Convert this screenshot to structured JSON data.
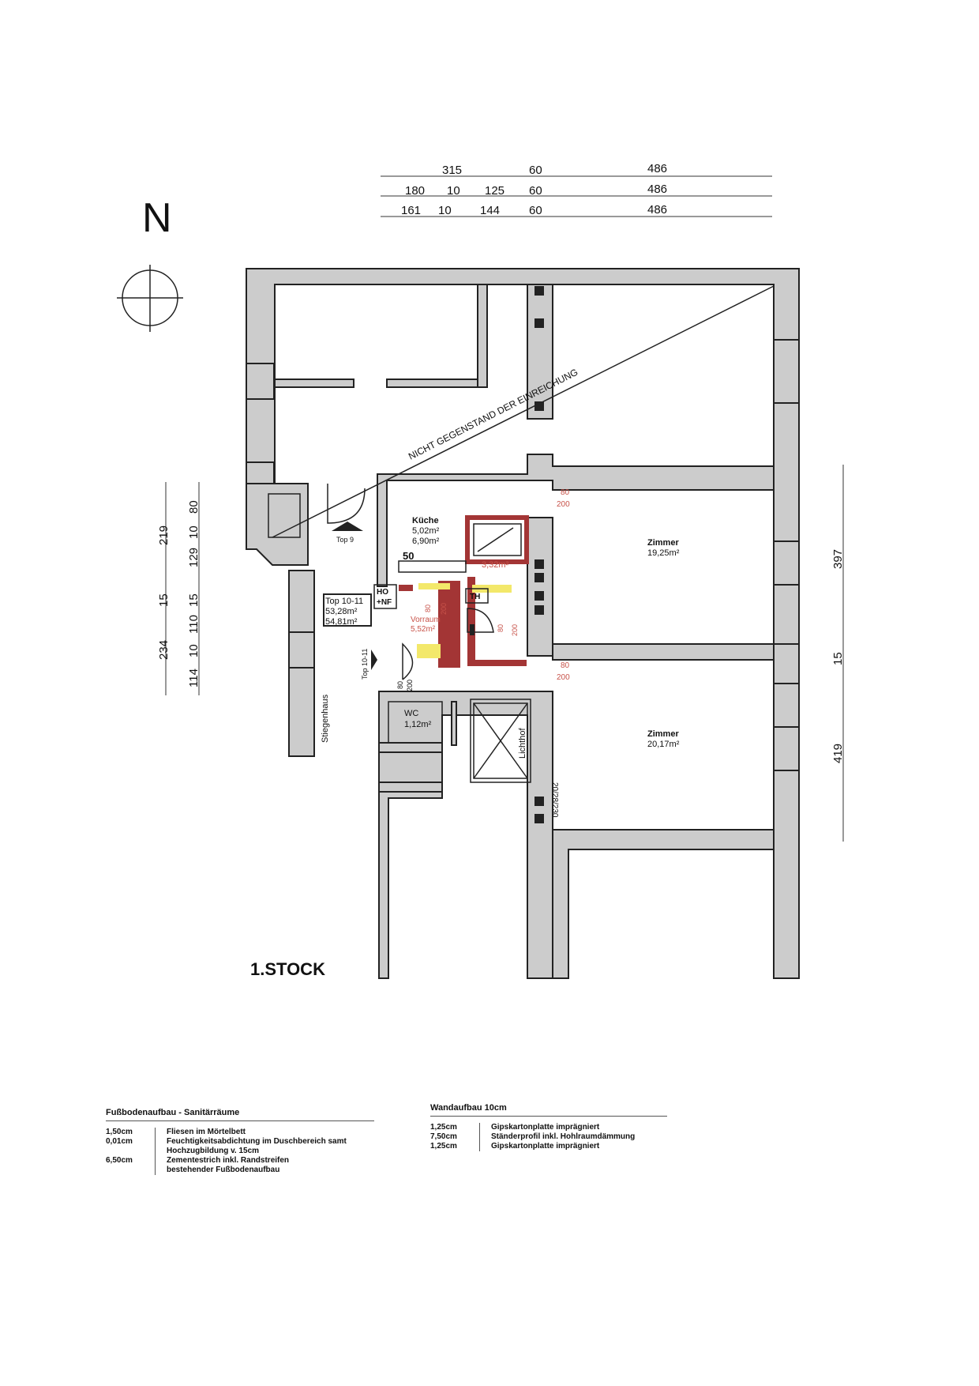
{
  "north_label": "N",
  "floor_title": "1.STOCK",
  "dims_top": {
    "row1": [
      "315",
      "60",
      "486"
    ],
    "row2": [
      "180",
      "10",
      "125",
      "60",
      "486"
    ],
    "row3": [
      "161",
      "10",
      "144",
      "60",
      "486"
    ]
  },
  "dims_left": {
    "outer": [
      "219",
      "15",
      "234"
    ],
    "inner": [
      "80",
      "10",
      "129",
      "15",
      "110",
      "10",
      "114"
    ]
  },
  "dims_right": [
    "397",
    "15",
    "419"
  ],
  "hatch_label": "NICHT GEGENSTAND DER EINREICHUNG",
  "rooms": {
    "kueche": {
      "name": "Küche",
      "area1": "5,02m²",
      "area2": "6,90m²"
    },
    "bad": {
      "area": "3,32m²"
    },
    "vorraum": {
      "name": "Vorraum",
      "area": "5,52m²"
    },
    "wc": {
      "name": "WC",
      "area": "1,12m²"
    },
    "zimmer1": {
      "name": "Zimmer",
      "area": "19,25m²"
    },
    "zimmer2": {
      "name": "Zimmer",
      "area": "20,17m²"
    },
    "lichthof": "Lichthof",
    "stiegenhaus": "Stiegenhaus",
    "th": "TH"
  },
  "top_box": {
    "line1": "Top 10-11",
    "line2": "53,28m²",
    "line3": "54,81m²"
  },
  "hw_note": {
    "line1": "HO",
    "line2": "+NF"
  },
  "top9": "Top 9",
  "top1011_arrow": "Top 10-11",
  "kitchen_mark": "50",
  "doors": {
    "d1": [
      "80",
      "200"
    ],
    "d2": [
      "80",
      "200"
    ],
    "d_bad": [
      "80",
      "200"
    ],
    "d_vor": [
      "80",
      "200"
    ],
    "d_wc": [
      "80",
      "200"
    ]
  },
  "beam_note": "20/28/230",
  "legend_floor": {
    "title": "Fußbodenaufbau - Sanitärräume",
    "rows": [
      {
        "v": "1,50cm",
        "d": "Fliesen im Mörtelbett"
      },
      {
        "v": "0,01cm",
        "d": "Feuchtigkeitsabdichtung im Duschbereich samt"
      },
      {
        "v": "",
        "d": "Hochzugbildung v. 15cm"
      },
      {
        "v": "6,50cm",
        "d": "Zementestrich inkl. Randstreifen"
      },
      {
        "v": "",
        "d": "bestehender Fußbodenaufbau"
      }
    ]
  },
  "legend_wall": {
    "title": "Wandaufbau 10cm",
    "rows": [
      {
        "v": "1,25cm",
        "d": "Gipskartonplatte imprägniert"
      },
      {
        "v": "7,50cm",
        "d": "Ständerprofil inkl. Hohlraumdämmung"
      },
      {
        "v": "1,25cm",
        "d": "Gipskartonplatte imprägniert"
      }
    ]
  }
}
